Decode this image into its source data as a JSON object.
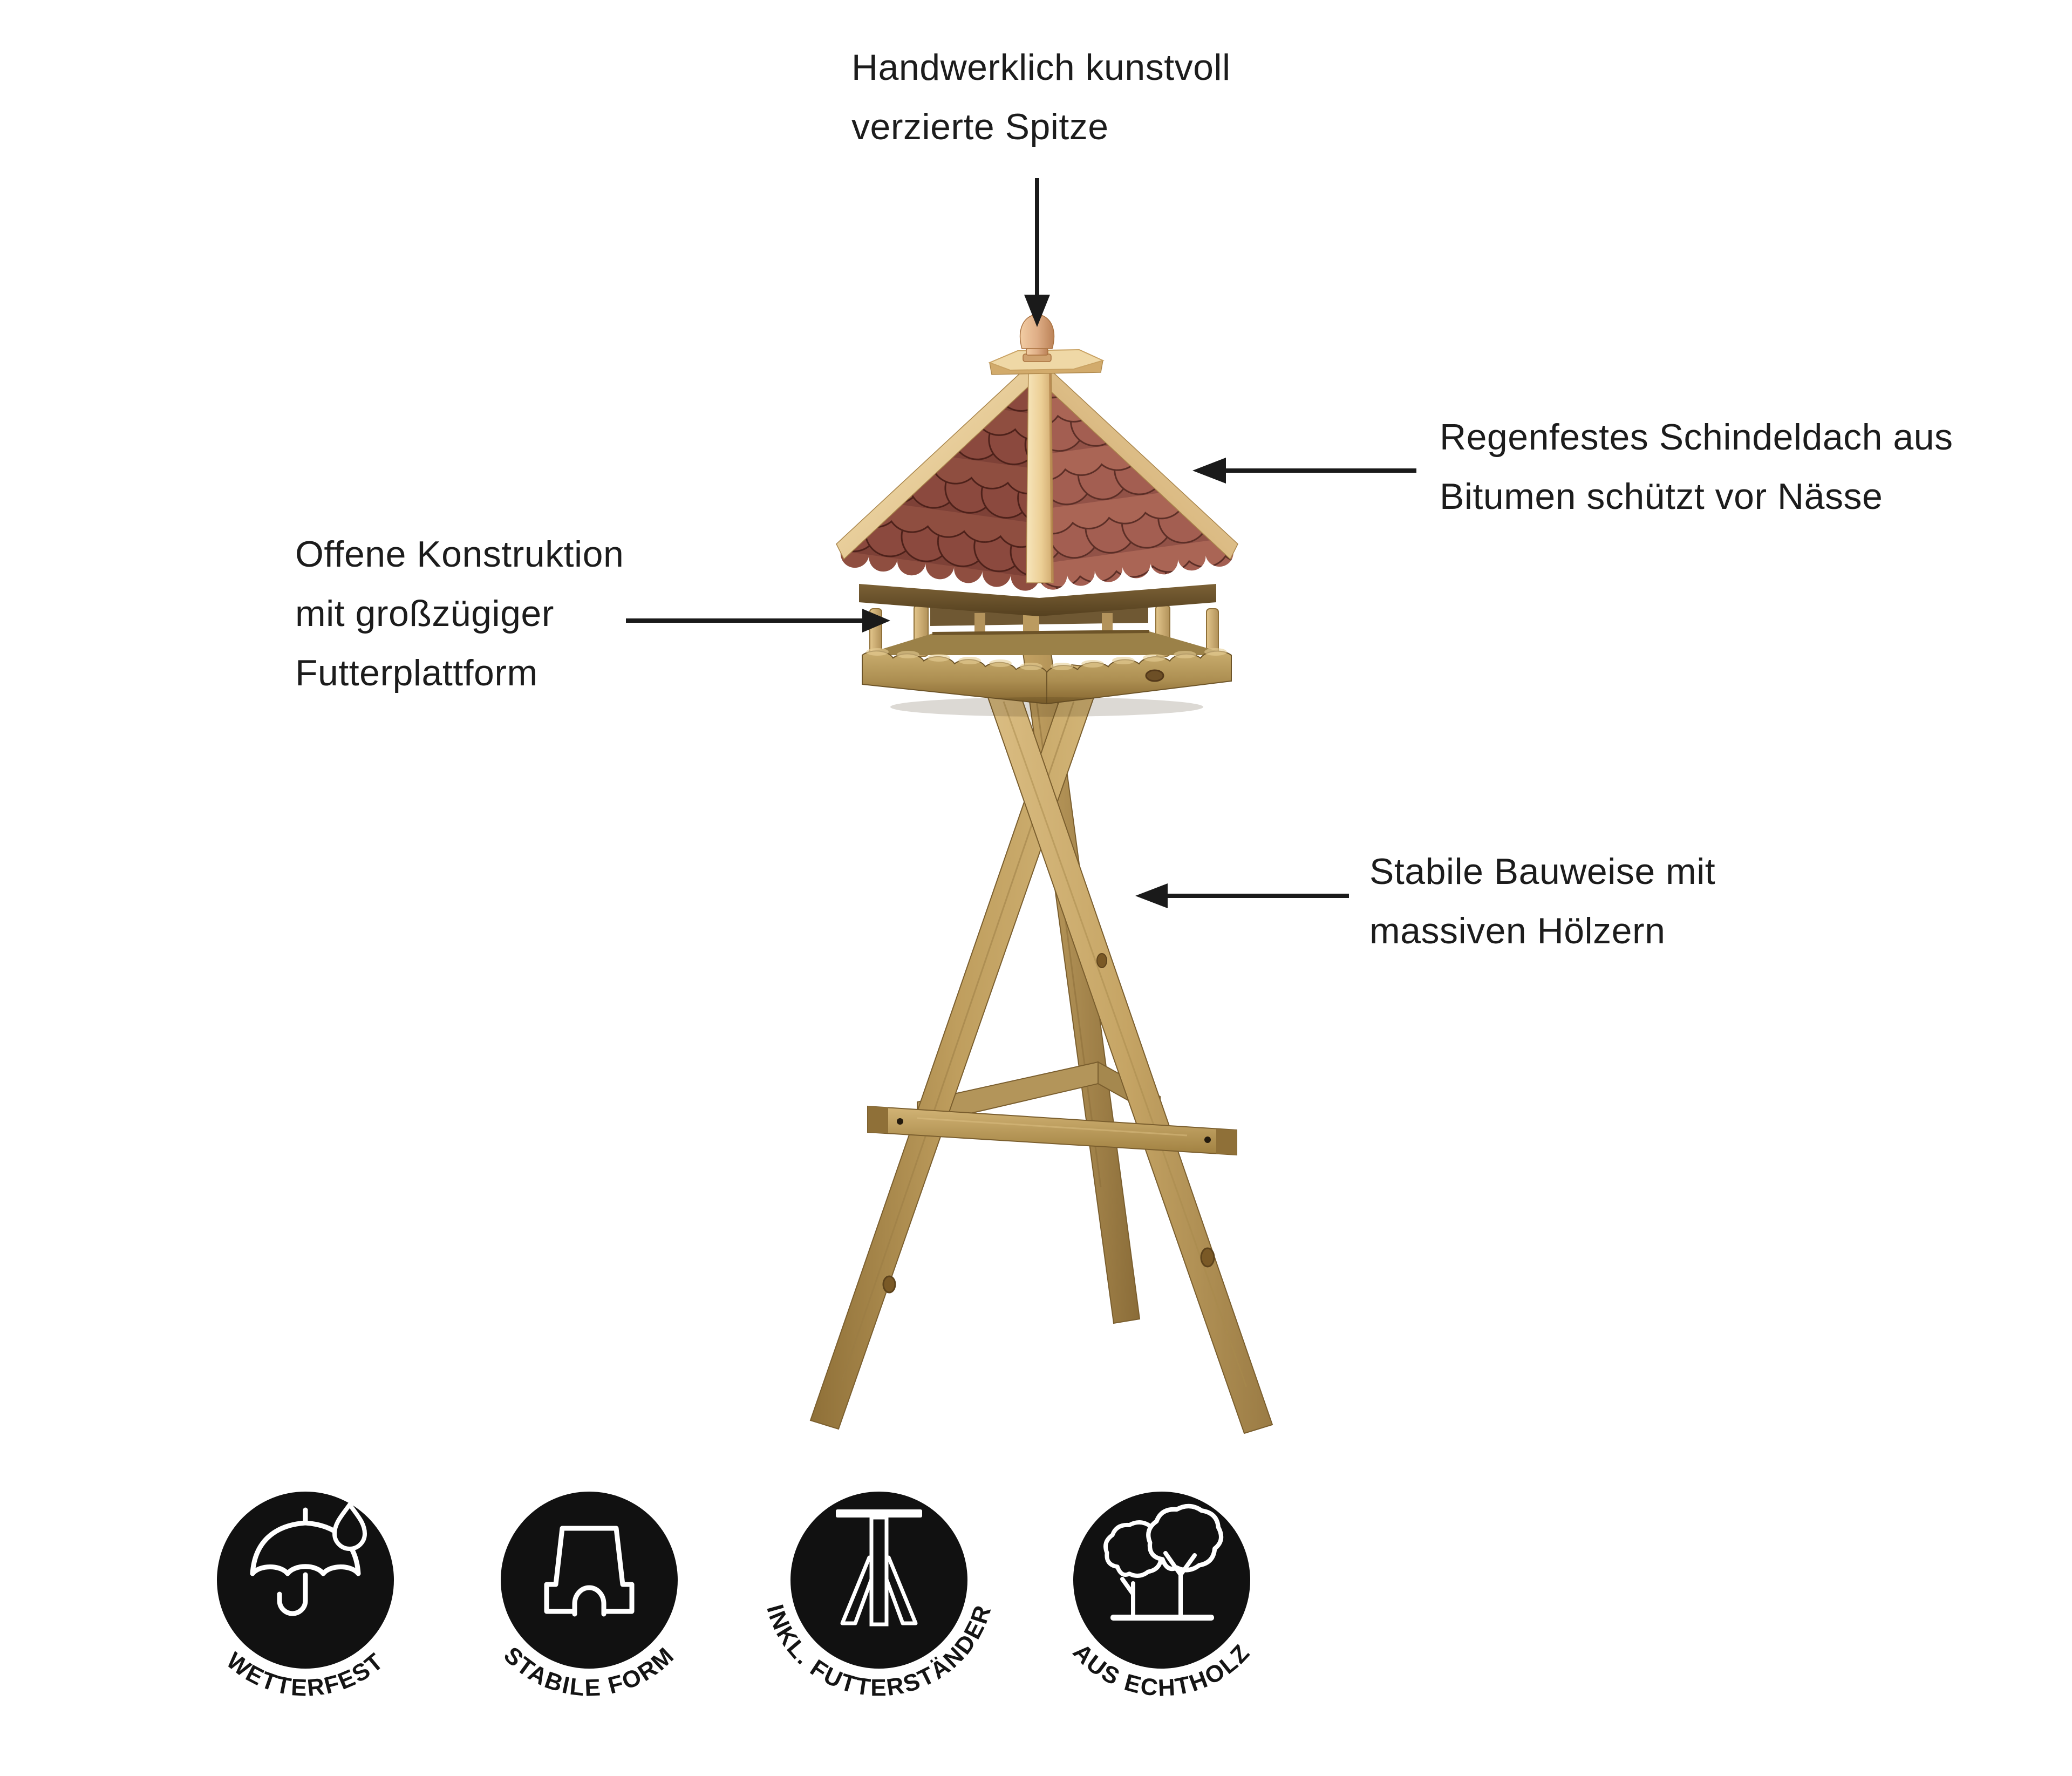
{
  "annotations": [
    {
      "name": "spitze",
      "arrow_direction": "down",
      "lines": [
        "Handwerklich kunstvoll",
        "verzierte Spitze"
      ]
    },
    {
      "name": "dach",
      "arrow_direction": "left",
      "lines": [
        "Regenfestes Schindeldach aus",
        "Bitumen schützt vor Nässe"
      ]
    },
    {
      "name": "plattform",
      "arrow_direction": "right",
      "lines": [
        "Offene Konstruktion",
        "mit großzügiger",
        "Futterplattform"
      ]
    },
    {
      "name": "bauweise",
      "arrow_direction": "left",
      "lines": [
        "Stabile Bauweise mit",
        "massiven Hölzern"
      ]
    }
  ],
  "badges": [
    {
      "label": "WETTERFEST",
      "icon": "umbrella-rain-icon"
    },
    {
      "label": "STABILE FORM",
      "icon": "stable-form-icon"
    },
    {
      "label": "INKL. FUTTERSTÄNDER",
      "icon": "feeder-stand-icon"
    },
    {
      "label": "AUS ECHTHOLZ",
      "icon": "trees-icon"
    }
  ],
  "colors": {
    "text": "#1c1c1c",
    "arrow": "#1a1a1a",
    "badge_background": "#111111",
    "badge_icon": "#ffffff",
    "roof_shingle": "#9c5448",
    "roof_shingle_shadow": "#53241d",
    "roof_batten": "#f2dcae",
    "wood_light": "#d8ba7f",
    "wood_mid": "#c2a165",
    "wood_dark": "#6e5530",
    "finial": "#e2b18a"
  }
}
